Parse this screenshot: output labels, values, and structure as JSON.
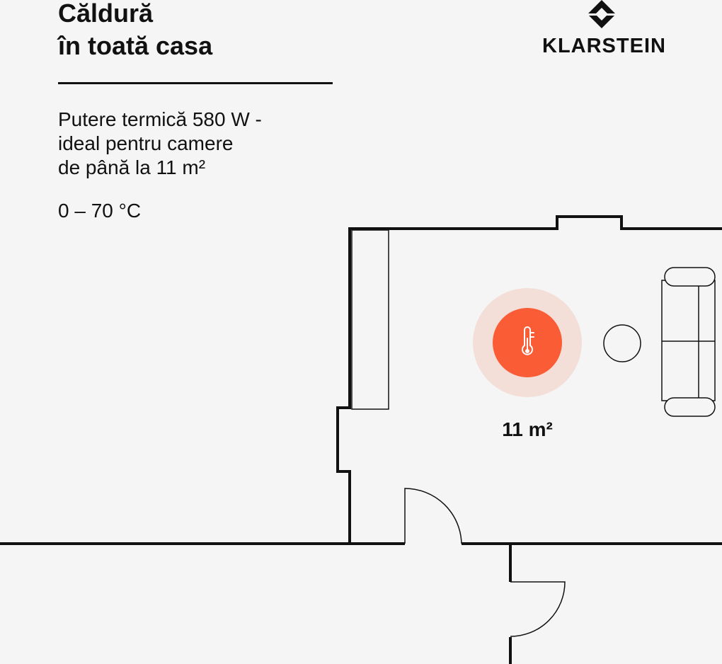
{
  "heading": {
    "line1": "Căldură",
    "line2": "în toată casa"
  },
  "spec": {
    "line1": "Putere termică 580 W -",
    "line2": "ideal pentru camere",
    "line3": "de până la 11 m²"
  },
  "temperature_range": "0 – 70 °C",
  "brand": {
    "name": "KLARSTEIN",
    "icon": "klarstein-diamond-logo-icon"
  },
  "floorplan": {
    "area_label": "11 m²",
    "heater_icon": "thermometer-icon",
    "colors": {
      "heater": "#fa5c36",
      "heater_halo": "#f3ded8",
      "walls": "#111111",
      "background": "#f5f5f5"
    }
  }
}
